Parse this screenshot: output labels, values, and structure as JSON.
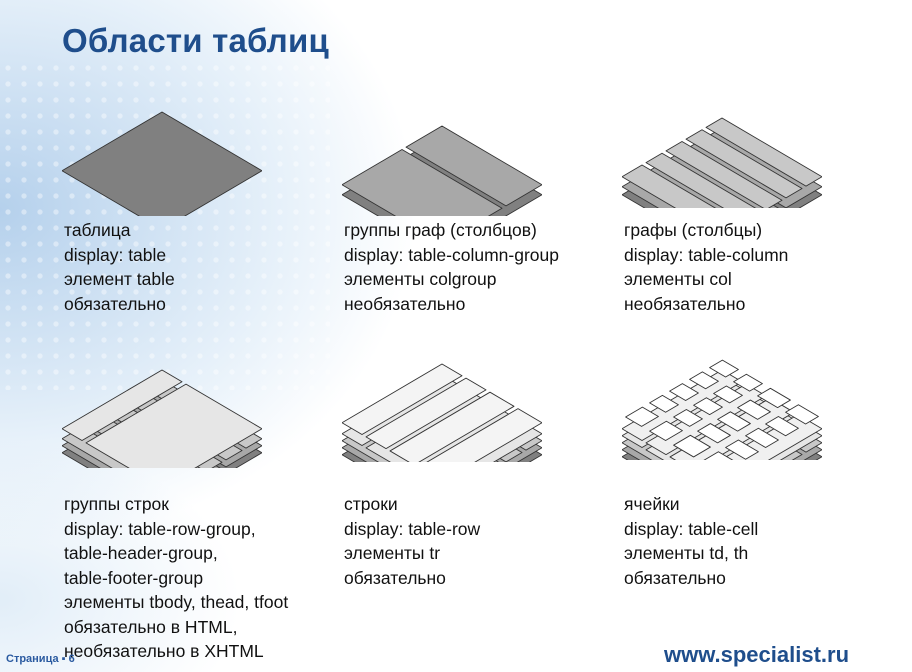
{
  "slide": {
    "title": "Области таблиц",
    "footer_page": "Страница ▪ 6",
    "footer_site": "www.specialist.ru",
    "colors": {
      "title": "#1f4e8c",
      "layer_dark": "#808080",
      "layer_mid": "#a8a8a8",
      "layer_light": "#e6e6e6"
    }
  },
  "panels": [
    {
      "icon": "table-layer-icon",
      "lines": [
        "таблица",
        "display: table",
        "элемент table",
        "обязательно"
      ]
    },
    {
      "icon": "column-group-layers-icon",
      "lines": [
        "группы граф (столбцов)",
        "display: table-column-group",
        "элементы colgroup",
        "необязательно"
      ]
    },
    {
      "icon": "columns-layers-icon",
      "lines": [
        "графы (столбцы)",
        "display: table-column",
        "элементы col",
        "необязательно"
      ]
    },
    {
      "icon": "row-group-layers-icon",
      "lines": [
        "группы строк",
        "display: table-row-group,",
        "table-header-group,",
        "table-footer-group",
        "элементы tbody, thead, tfoot",
        "обязательно в HTML,",
        "необязательно в XHTML"
      ]
    },
    {
      "icon": "rows-layers-icon",
      "lines": [
        "строки",
        "display: table-row",
        "элементы tr",
        "обязательно"
      ]
    },
    {
      "icon": "cells-layers-icon",
      "lines": [
        "ячейки",
        "display: table-cell",
        "элементы td, th",
        "обязательно"
      ]
    }
  ]
}
